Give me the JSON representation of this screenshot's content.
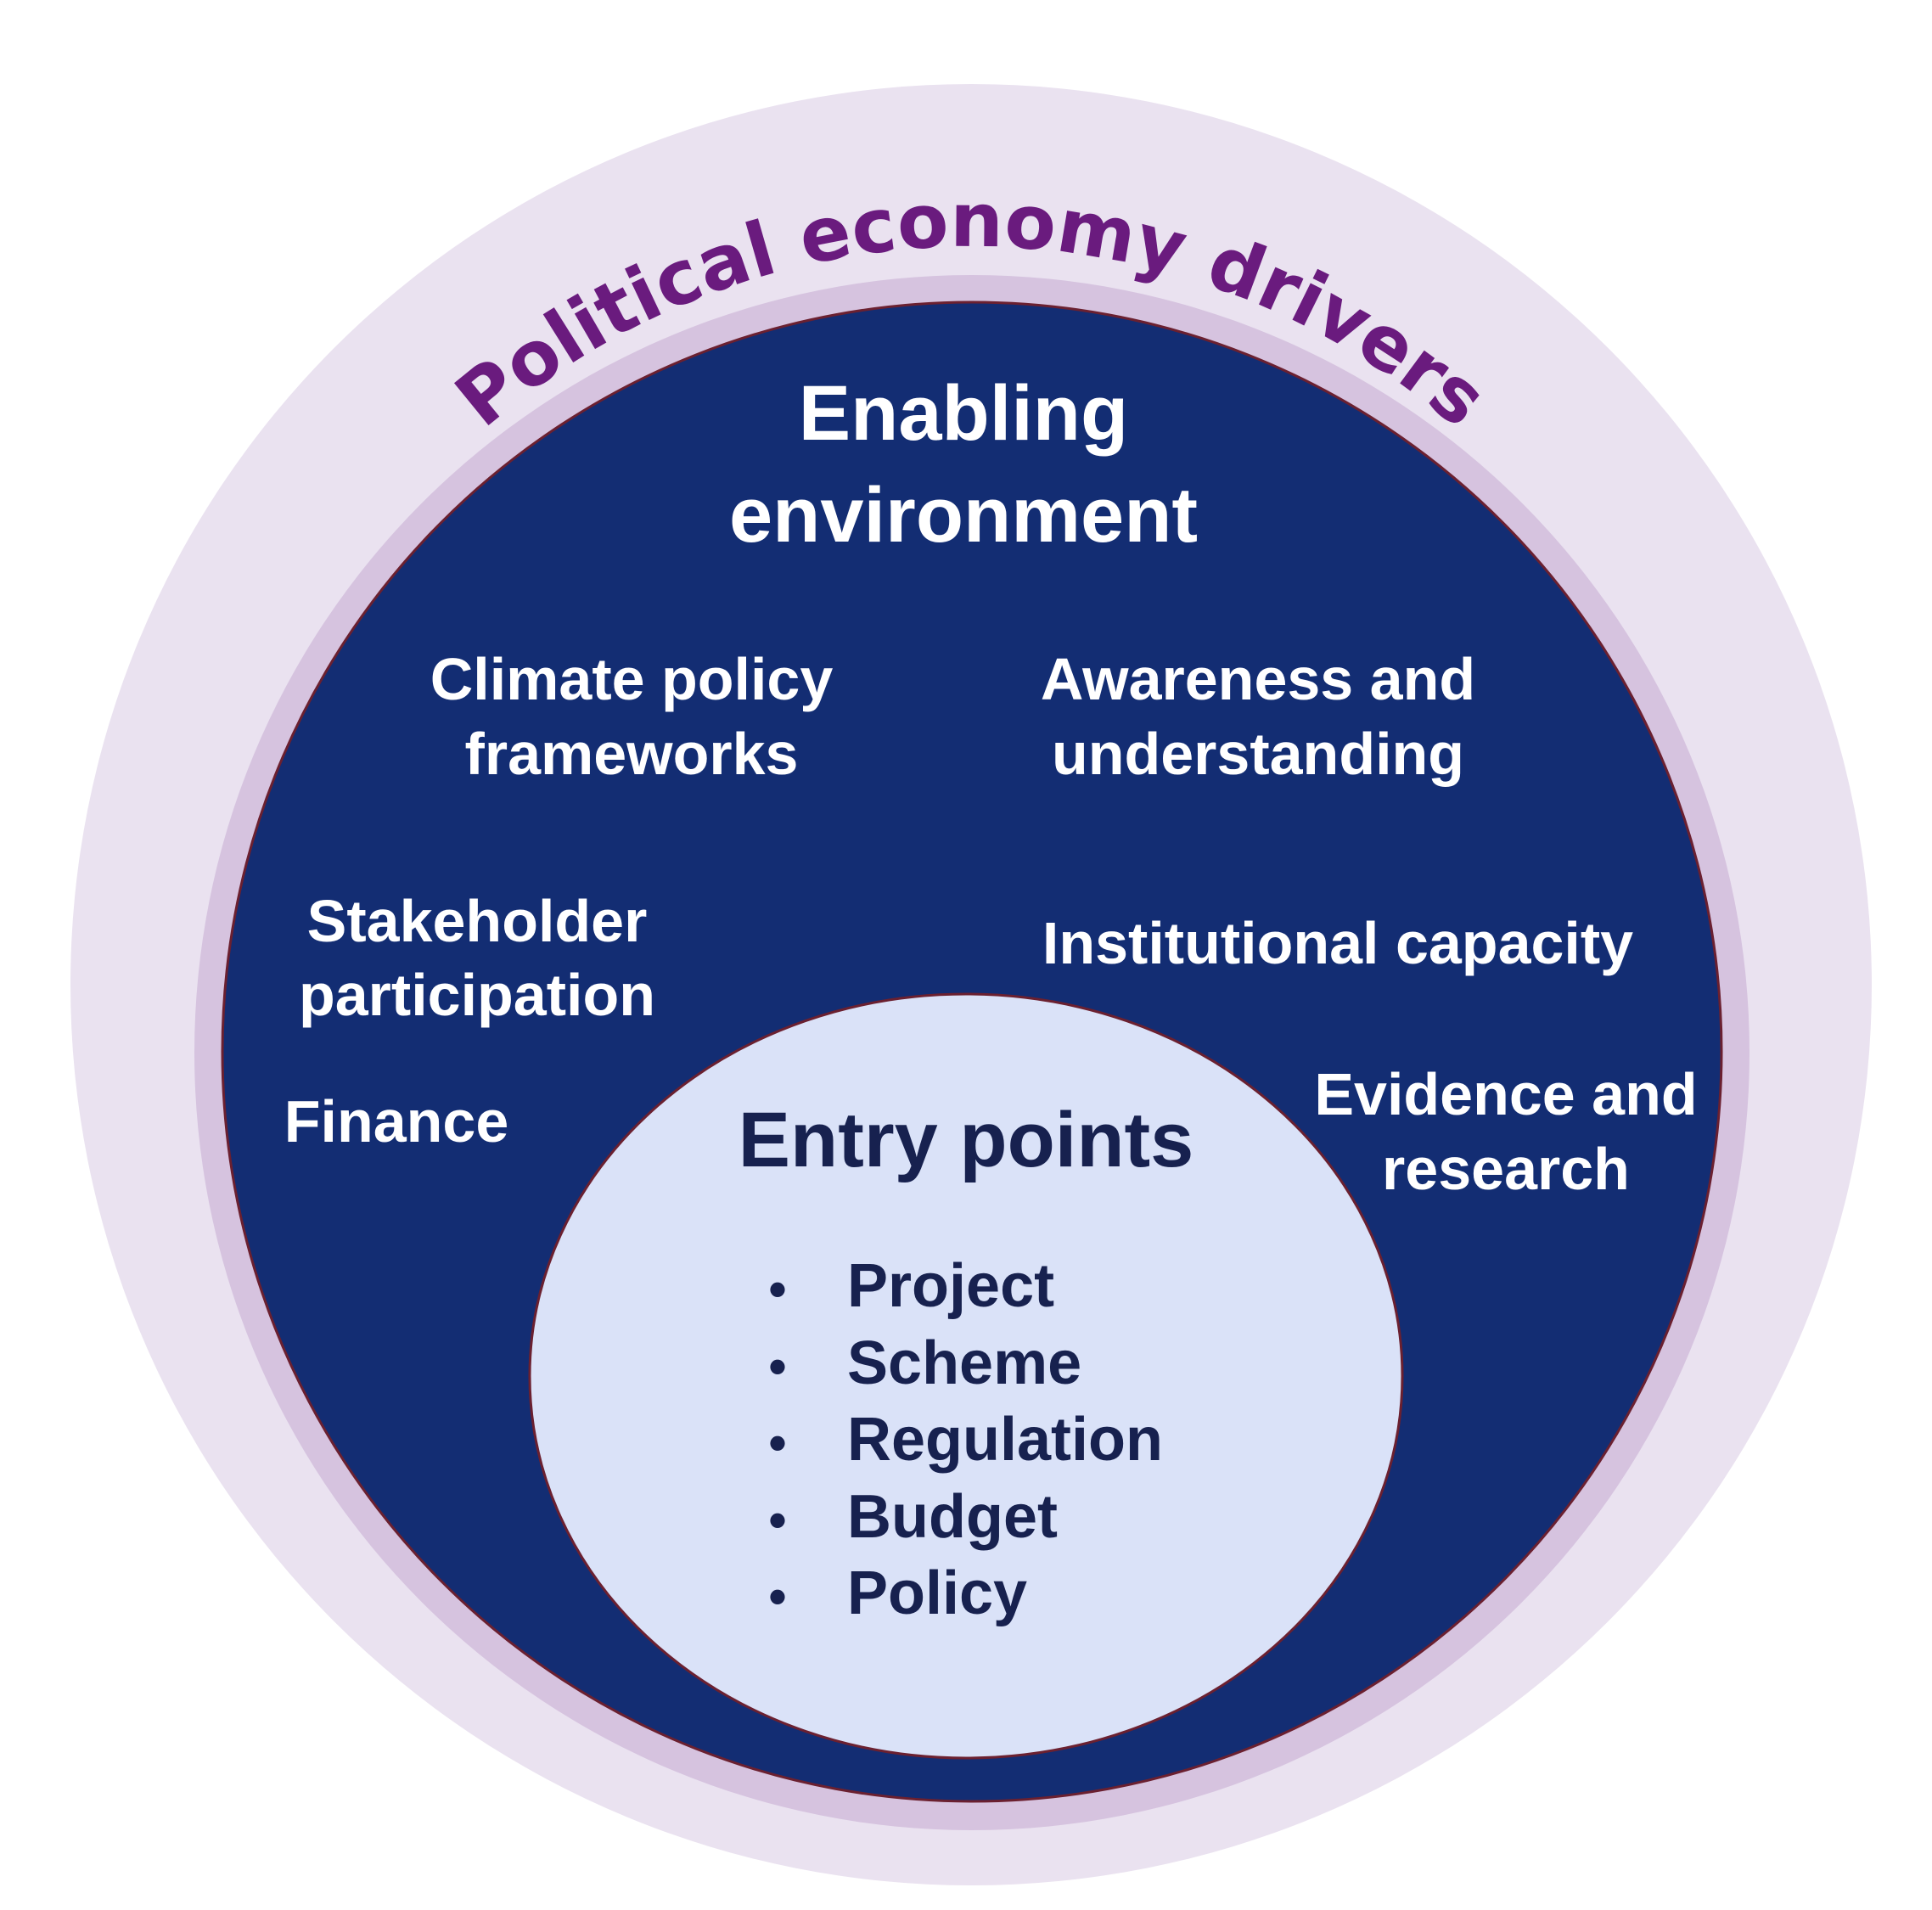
{
  "outer": {
    "label": "Political economy drivers"
  },
  "enabling": {
    "title_line1": "Enabling",
    "title_line2": "environment",
    "items": [
      {
        "line1": "Climate policy",
        "line2": "frameworks"
      },
      {
        "line1": "Awareness and",
        "line2": "understanding"
      },
      {
        "line1": "Stakeholder",
        "line2": "participation"
      },
      {
        "line1": "Institutional capacity"
      },
      {
        "line1": "Finance"
      },
      {
        "line1": "Evidence and",
        "line2": "research"
      }
    ]
  },
  "entry": {
    "title": "Entry points",
    "bullet": "•",
    "items": [
      "Project",
      "Scheme",
      "Regulation",
      "Budget",
      "Policy"
    ]
  },
  "colors": {
    "outer": "#eae2f0",
    "ring": "#d6c3df",
    "enabling": "#132d73",
    "entry": "#dae2f8",
    "accent": "#6a1b7e"
  }
}
